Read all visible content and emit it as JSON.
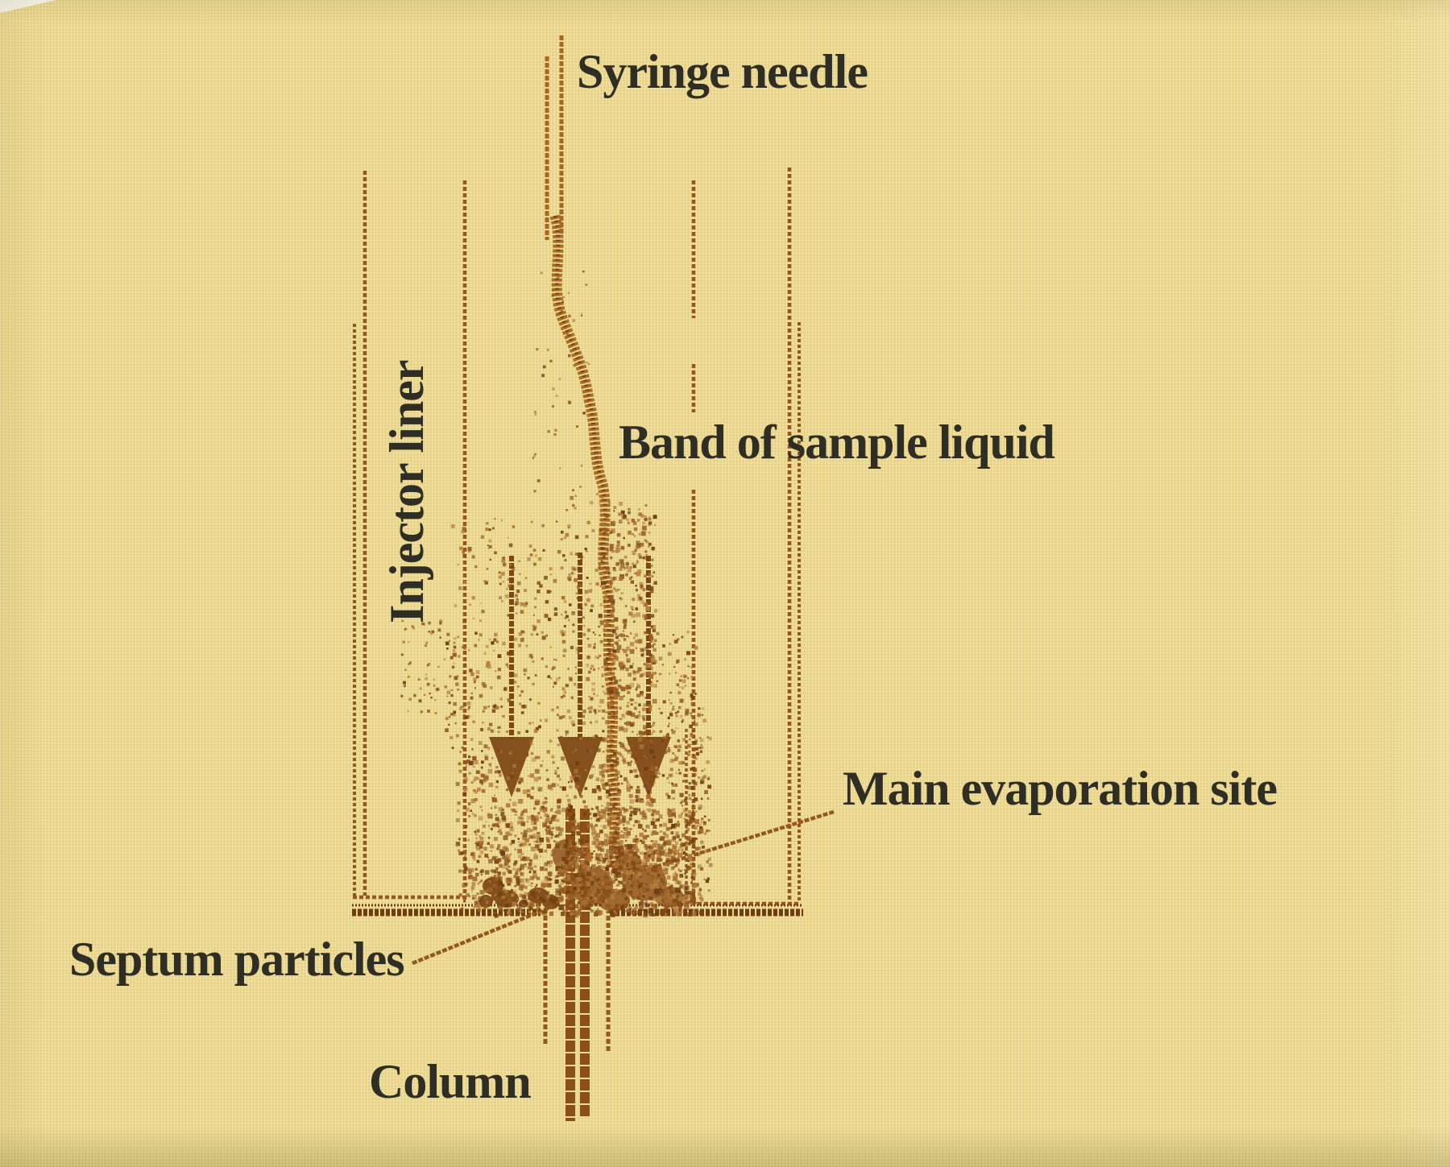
{
  "figure": {
    "labels": {
      "syringe_needle": "Syringe needle",
      "injector_liner": "Injector liner",
      "band_of_sample_liquid": "Band of sample liquid",
      "main_evaporation_site": "Main evaporation site",
      "septum_particles": "Septum particles",
      "column": "Column"
    },
    "colors": {
      "background": "#ecd78a",
      "ink_brown": "#96571f",
      "ink_dark_brown": "#6f3d12",
      "band_brown": "#a8661f",
      "band_core_brown": "#7c4312",
      "arrow_brown": "#7c4616",
      "deposit_brown": "#8a4f1c",
      "blob_brown": "#7a4414",
      "text_ink": "#2f2e24",
      "speckle_palette": [
        "#8a4e1b",
        "#9a5c22",
        "#a96c2c",
        "#7a4414",
        "#b3803f",
        "#6f3d12"
      ]
    }
  }
}
